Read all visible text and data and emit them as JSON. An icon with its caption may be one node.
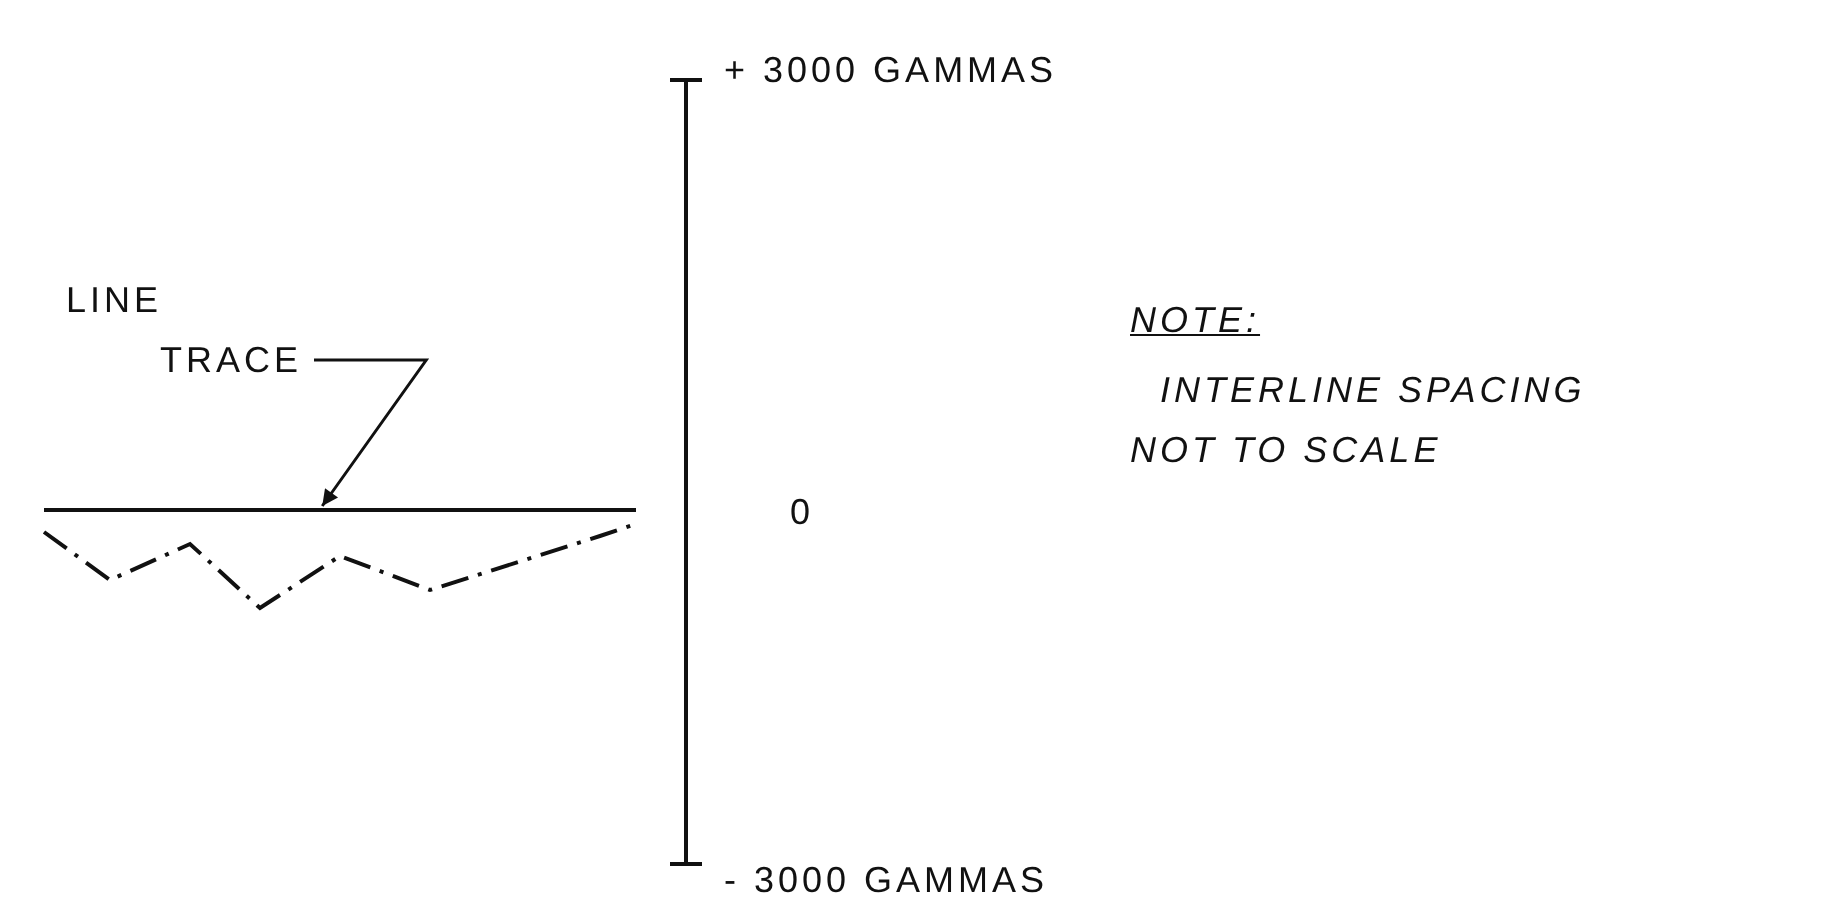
{
  "diagram": {
    "nodes": [
      {
        "text": [
          "LINE TRACE"
        ]
      },
      {
        "text": [],
        "shape": "line"
      }
    ],
    "edges": [
      {
        "from": 0,
        "to": 1,
        "arrow": "to"
      }
    ],
    "labels": [
      "+ 3000 GAMMAS",
      "NOTE:",
      "INTERLINE SPACING NOT TO SCALE",
      "0",
      "- 3000 GAMMAS"
    ]
  }
}
